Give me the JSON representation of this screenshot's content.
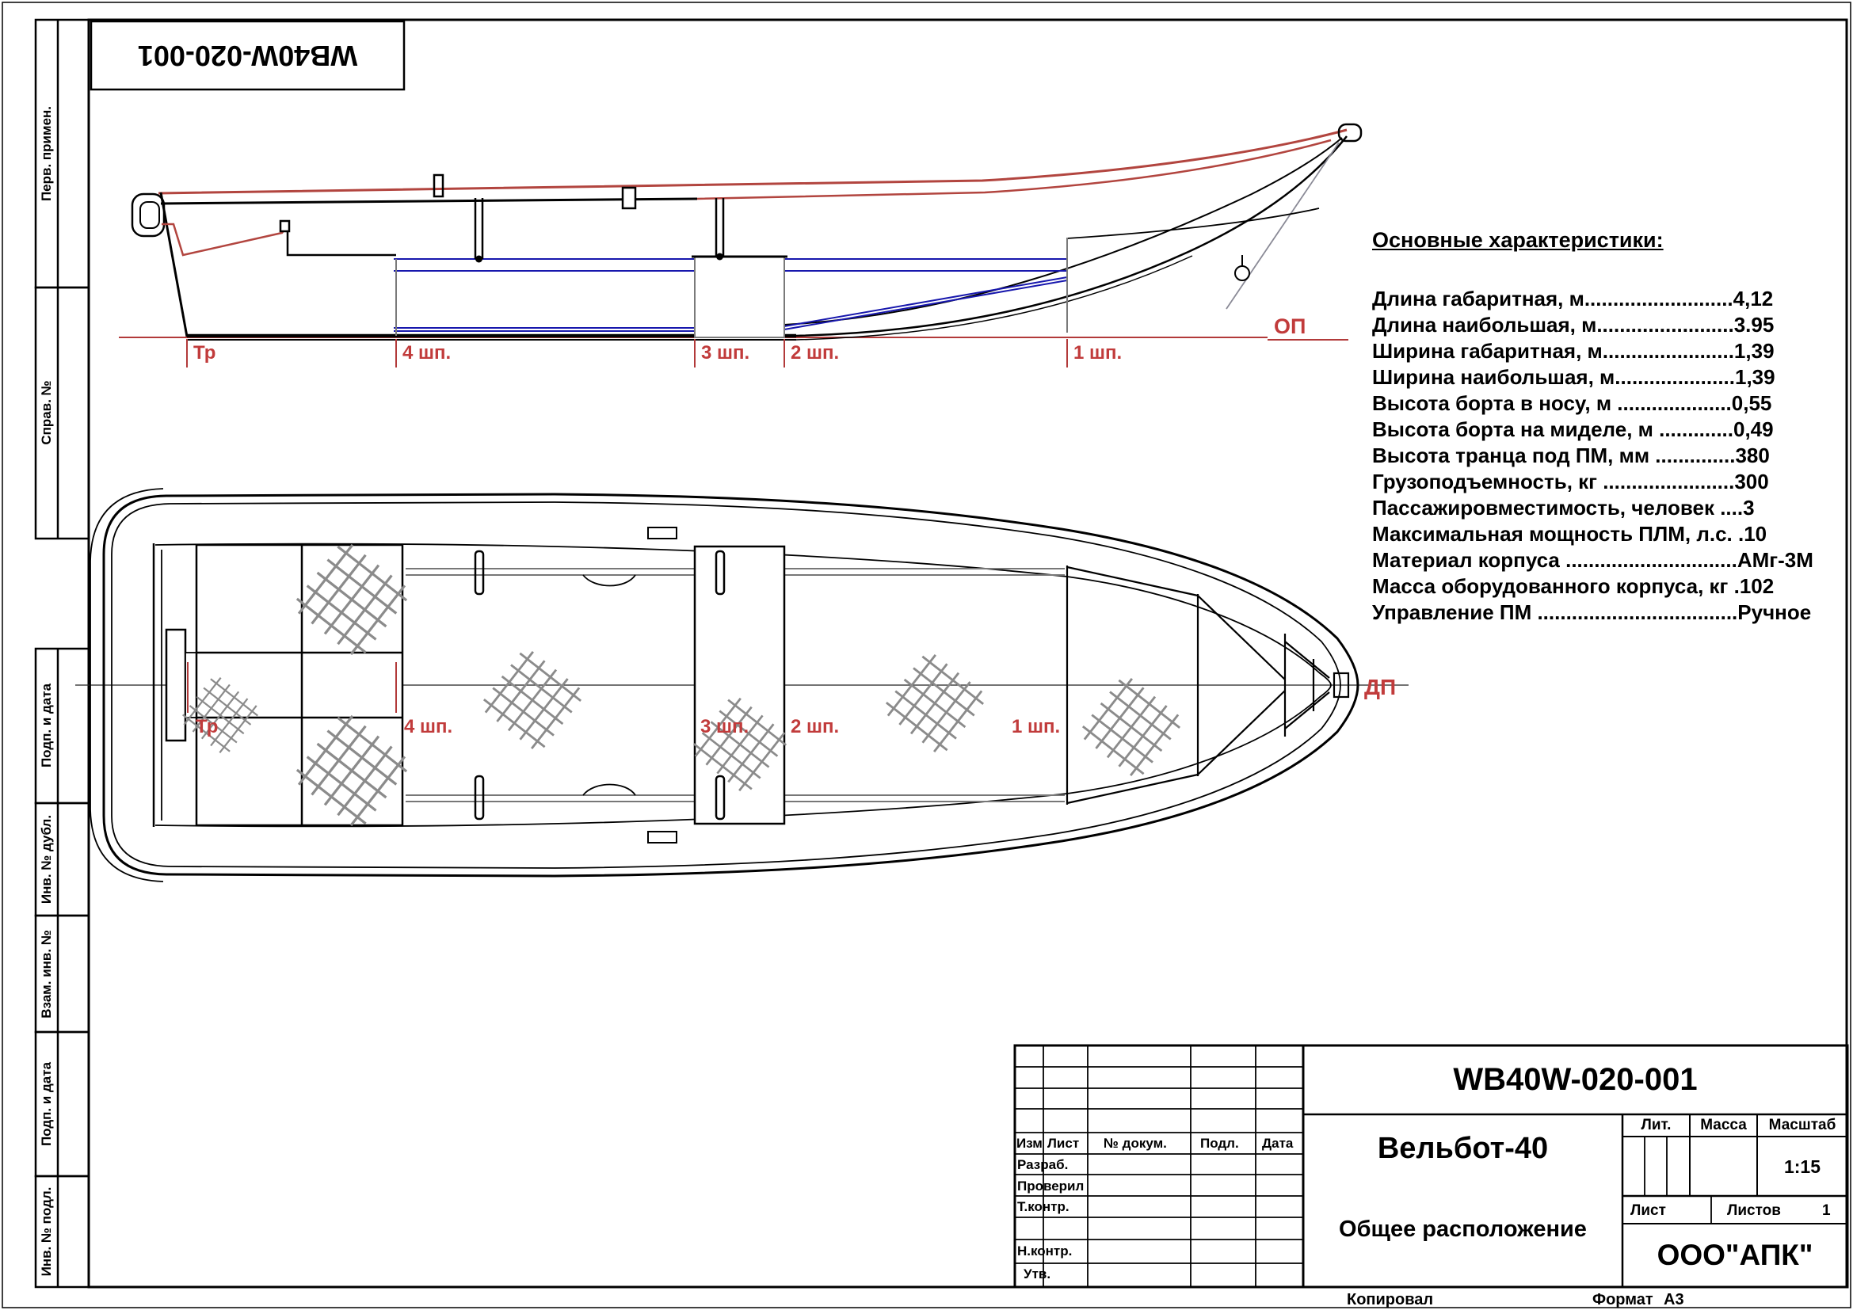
{
  "doc": {
    "number_stamp": "WB40W-020-001"
  },
  "sidebar": {
    "items": [
      "Перв. примен.",
      "Справ. №",
      "Подп. и дата",
      "Инв. № дубл.",
      "Взам. инв. №",
      "Подп. и дата",
      "Инв. № подл."
    ]
  },
  "specs": {
    "title": "Основные характеристики:",
    "lines": [
      "Длина габаритная, м..........................4,12",
      "Длина наибольшая, м........................3.95",
      "Ширина габаритная, м.......................1,39",
      "Ширина наибольшая, м.....................1,39",
      "Высота борта в носу, м ....................0,55",
      "Высота борта на миделе, м .............0,49",
      "Высота транца под ПМ, мм ..............380",
      "Грузоподъемность, кг .......................300",
      "Пассажировместимость, человек ....3",
      "Максимальная мощность ПЛМ, л.с. .10",
      "Материал корпуса ..............................АМг-3М",
      "Масса оборудованного корпуса, кг .102",
      "Управление ПМ ...................................Ручное"
    ]
  },
  "views": {
    "side": {
      "stations": [
        "Тр",
        "4 шп.",
        "3 шп.",
        "2 шп.",
        "1 шп."
      ],
      "baseline": "ОП"
    },
    "top": {
      "centerline": "ДП"
    }
  },
  "titleblock": {
    "doc_number": "WB40W-020-001",
    "product_name": "Вельбот-40",
    "doc_type": "Общее расположение",
    "company": "ООО\"АПК\"",
    "scale_value": "1:15",
    "sheets_value": "1",
    "labels": {
      "izm": "Изм",
      "list": "Лист",
      "dokum": "№ докум.",
      "podp": "Подл.",
      "data": "Дата",
      "razrab": "Разраб.",
      "proveril": "Проверил",
      "tkontr": "Т.контр.",
      "nkontr": "Н.контр.",
      "utv": "Утв.",
      "lit": "Лит.",
      "massa": "Масса",
      "masshtab": "Масштаб",
      "list2": "Лист",
      "listov": "Листов",
      "kopiroval": "Копировал",
      "format": "Формат",
      "format_value": "А3"
    }
  },
  "colors": {
    "red": "#b23a3a",
    "blue": "#1717ad",
    "grey": "#7a7a7a",
    "hatch": "#8b8b8b"
  }
}
